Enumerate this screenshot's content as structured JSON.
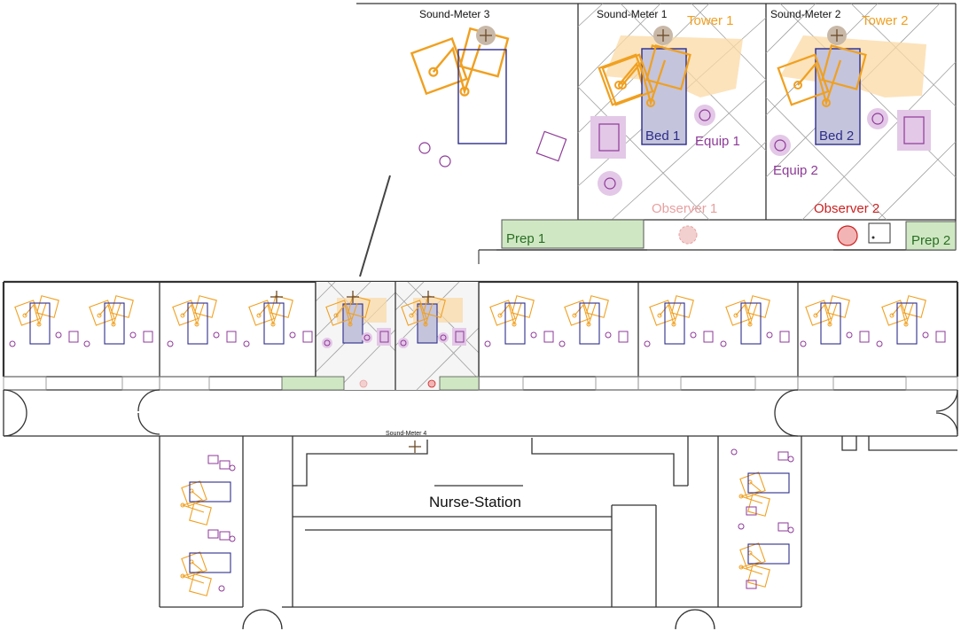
{
  "colors": {
    "tower": "#f0a020",
    "tower_halo": "#fbd9a4",
    "bed": "#2d2d8c",
    "bed_fill": "#c4c4dc",
    "equip": "#8e3a98",
    "equip_halo": "#e3c8e7",
    "prep": "#cfe8c3",
    "prep_text": "#2a6e24",
    "observer1": "#e8a0a0",
    "observer2": "#cc2222",
    "meter": "#6b4a2a",
    "meter_halo": "#c8b8a8"
  },
  "labels": {
    "sound_meter_1": "Sound-Meter 1",
    "sound_meter_2": "Sound-Meter 2",
    "sound_meter_3": "Sound-Meter 3",
    "sound_meter_4": "Sound-Meter 4",
    "tower_1": "Tower 1",
    "tower_2": "Tower 2",
    "bed_1": "Bed 1",
    "bed_2": "Bed 2",
    "equip_1": "Equip 1",
    "equip_2": "Equip 2",
    "observer_1": "Observer 1",
    "observer_2": "Observer 2",
    "prep_1": "Prep 1",
    "prep_2": "Prep 2",
    "nurse_station": "Nurse-Station"
  }
}
